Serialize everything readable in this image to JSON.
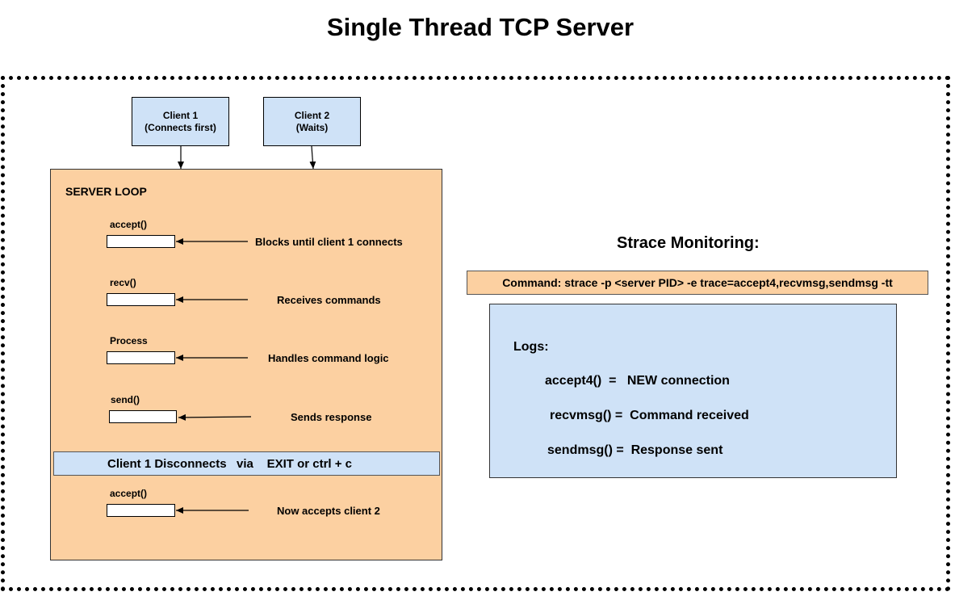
{
  "title": "Single Thread TCP Server",
  "clients": [
    {
      "line1": "Client 1",
      "line2": "(Connects first)"
    },
    {
      "line1": "Client 2",
      "line2": "(Waits)"
    }
  ],
  "server": {
    "title": "SERVER LOOP",
    "steps": [
      {
        "label": "accept()",
        "description": "Blocks until client 1 connects"
      },
      {
        "label": "recv()",
        "description": "Receives commands"
      },
      {
        "label": "Process",
        "description": "Handles command logic"
      },
      {
        "label": "send()",
        "description": "Sends response"
      }
    ],
    "disconnect": "Client 1 Disconnects   via    EXIT or ctrl + c",
    "final_step": {
      "label": "accept()",
      "description": "Now accepts client 2"
    }
  },
  "strace": {
    "heading": "Strace Monitoring:",
    "command": "Command: strace -p <server PID> -e trace=accept4,recvmsg,sendmsg -tt",
    "logs_title": "Logs:",
    "logs": [
      "accept4()  =   NEW connection",
      "recvmsg() =  Command received",
      "sendmsg() =  Response sent"
    ]
  },
  "colors": {
    "client_fill": "#cfe2f7",
    "server_fill": "#fcd0a1",
    "box_fill": "#ffffff"
  }
}
